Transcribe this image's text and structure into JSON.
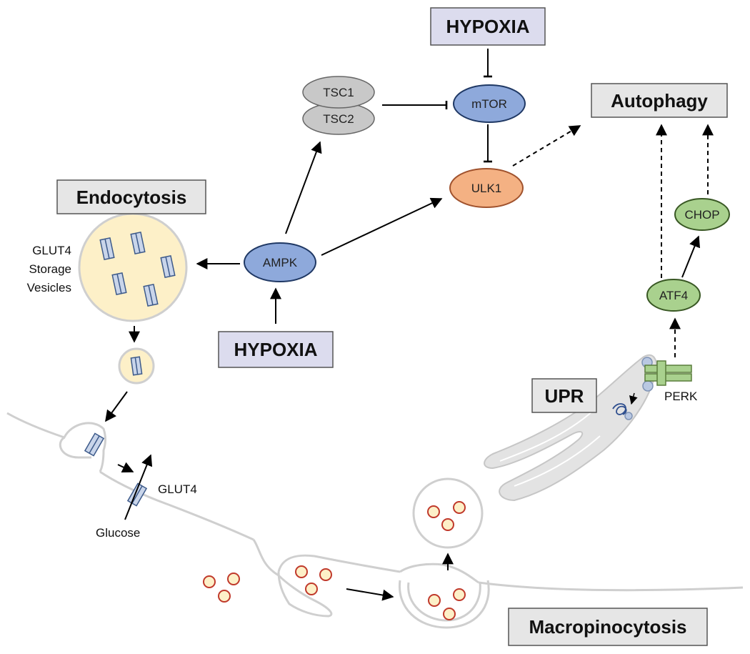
{
  "colors": {
    "hypoxia_box": "#dcdcee",
    "process_box": "#e6e6e6",
    "ampk_mtor": "#8ea9db",
    "ulk1": "#f4b183",
    "green_node": "#a9d18e",
    "tsc": "#c8c8c8",
    "vesicle_fill": "#fdf0c8",
    "glut4_fill": "#c9d5ea",
    "membrane": "#cfcfcf",
    "particle_ring": "#c0392b"
  },
  "labels": {
    "hypoxia_top": "HYPOXIA",
    "hypoxia_bottom": "HYPOXIA",
    "autophagy": "Autophagy",
    "endocytosis": "Endocytosis",
    "upr": "UPR",
    "macropinocytosis": "Macropinocytosis"
  },
  "nodes": {
    "tsc1": "TSC1",
    "tsc2": "TSC2",
    "mtor": "mTOR",
    "ulk1": "ULK1",
    "ampk": "AMPK",
    "chop": "CHOP",
    "atf4": "ATF4"
  },
  "text": {
    "glut4_storage_line1": "GLUT4",
    "glut4_storage_line2": "Storage",
    "glut4_storage_line3": "Vesicles",
    "glut4": "GLUT4",
    "glucose": "Glucose",
    "perk": "PERK"
  },
  "icons": [
    "arrow-icon",
    "inhibition-bar-icon",
    "glut4-transporter-icon",
    "vesicle-icon",
    "particle-icon",
    "endoplasmic-reticulum-icon",
    "unfolded-protein-icon"
  ]
}
